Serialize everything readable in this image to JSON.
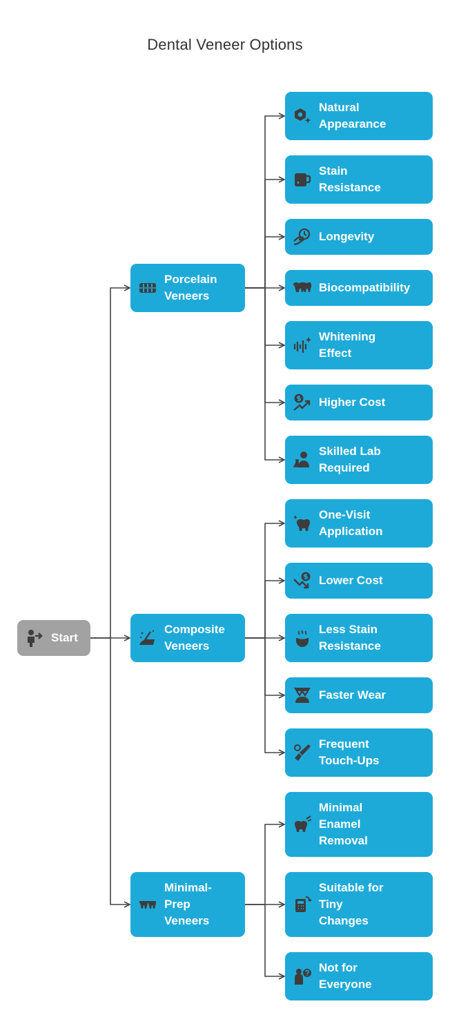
{
  "title": "Dental Veneer Options",
  "root": {
    "label": "Start",
    "icon": "person-arrow-icon"
  },
  "branches": [
    {
      "label": "Porcelain\nVeneers",
      "icon": "teeth-row-icon",
      "items": [
        {
          "label": "Natural\nAppearance",
          "icon": "gem-sparkle-icon"
        },
        {
          "label": "Stain\nResistance",
          "icon": "coffee-mug-icon"
        },
        {
          "label": "Longevity",
          "icon": "hand-clock-icon"
        },
        {
          "label": "Biocompatibility",
          "icon": "teeth-pair-icon"
        },
        {
          "label": "Whitening\nEffect",
          "icon": "sound-wave-sparkle-icon"
        },
        {
          "label": "Higher Cost",
          "icon": "dollar-up-trend-icon"
        },
        {
          "label": "Skilled Lab\nRequired",
          "icon": "lab-technician-icon"
        }
      ]
    },
    {
      "label": "Composite\nVeneers",
      "icon": "dental-tool-icon",
      "items": [
        {
          "label": "One-Visit\nApplication",
          "icon": "tooth-sparkle-icon"
        },
        {
          "label": "Lower Cost",
          "icon": "dollar-down-trend-icon"
        },
        {
          "label": "Less Stain\nResistance",
          "icon": "steaming-cup-icon"
        },
        {
          "label": "Faster Wear",
          "icon": "worn-teeth-icon"
        },
        {
          "label": "Frequent\nTouch-Ups",
          "icon": "brush-tool-icon"
        }
      ]
    },
    {
      "label": "Minimal-\nPrep\nVeneers",
      "icon": "thin-teeth-icon",
      "items": [
        {
          "label": "Minimal\nEnamel\nRemoval",
          "icon": "tooth-drill-icon"
        },
        {
          "label": "Suitable for\nTiny\nChanges",
          "icon": "calculator-arrows-icon"
        },
        {
          "label": "Not for\nEveryone",
          "icon": "person-question-icon"
        }
      ]
    }
  ]
}
